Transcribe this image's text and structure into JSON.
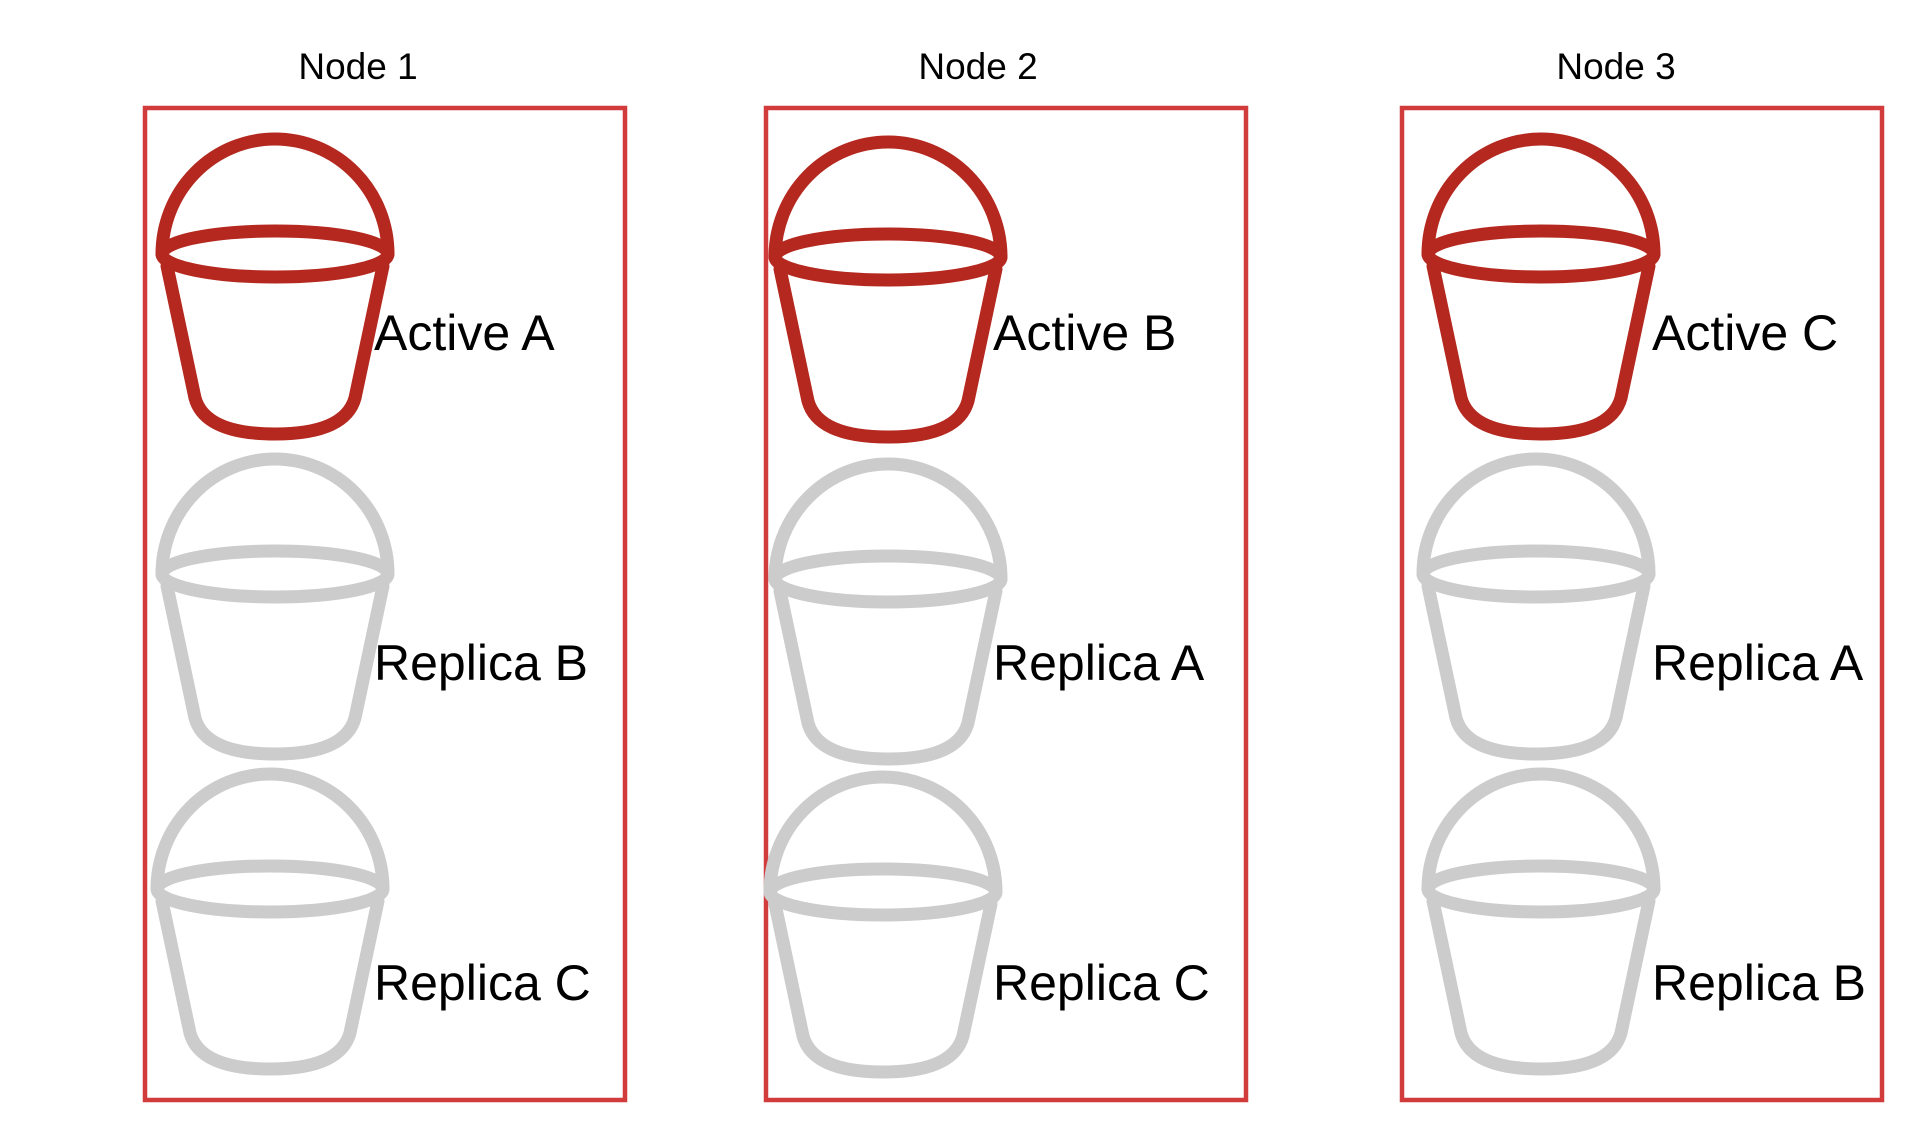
{
  "colors": {
    "node_border": "#d23b3b",
    "active_bucket": "#b5281f",
    "replica_bucket": "#cccccc",
    "text": "#000000"
  },
  "icons": {
    "bucket": "bucket-icon"
  },
  "nodes": [
    {
      "title": "Node 1",
      "buckets": [
        {
          "label": "Active A",
          "role": "active"
        },
        {
          "label": "Replica B",
          "role": "replica"
        },
        {
          "label": "Replica C",
          "role": "replica"
        }
      ]
    },
    {
      "title": "Node 2",
      "buckets": [
        {
          "label": "Active B",
          "role": "active"
        },
        {
          "label": "Replica A",
          "role": "replica"
        },
        {
          "label": "Replica C",
          "role": "replica"
        }
      ]
    },
    {
      "title": "Node 3",
      "buckets": [
        {
          "label": "Active C",
          "role": "active"
        },
        {
          "label": "Replica A",
          "role": "replica"
        },
        {
          "label": "Replica B",
          "role": "replica"
        }
      ]
    }
  ]
}
